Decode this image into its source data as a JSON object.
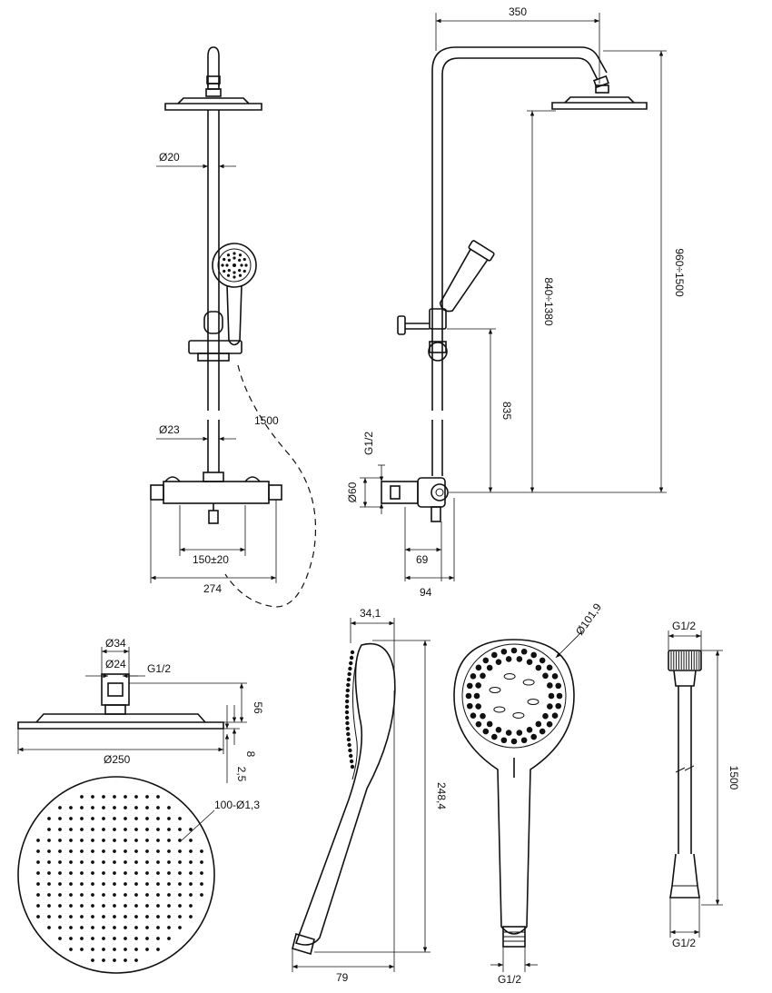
{
  "dimensions": {
    "d20": "Ø20",
    "d23": "Ø23",
    "hose_1500": "1500",
    "spacing_150": "150±20",
    "width_274": "274",
    "arm_350": "350",
    "h_960_1500": "960÷1500",
    "h_840_1380": "840÷1380",
    "h_835": "835",
    "g12_valve": "G1/2",
    "d60": "Ø60",
    "w69": "69",
    "w94": "94",
    "d34": "Ø34",
    "d24": "Ø24",
    "g12_head": "G1/2",
    "h56": "56",
    "h8": "8",
    "h25": "2,5",
    "d250": "Ø250",
    "holes": "100-Ø1,3",
    "w341": "34,1",
    "l2484": "248,4",
    "w79": "79",
    "d1019": "Ø101,9",
    "g12_hand": "G1/2",
    "g12_hose_top": "G1/2",
    "g12_hose_bottom": "G1/2",
    "hose_len": "1500"
  }
}
